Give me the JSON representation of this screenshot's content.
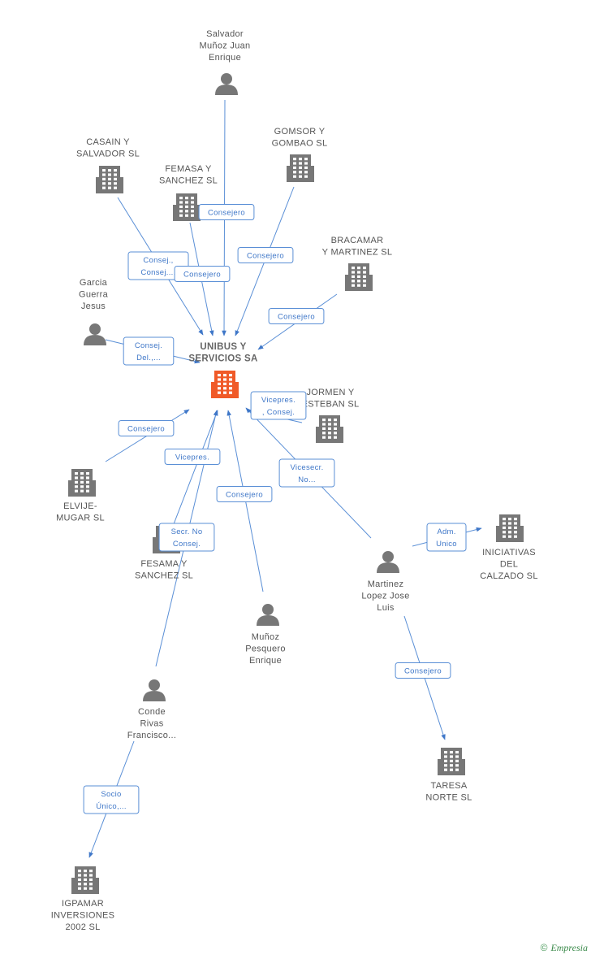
{
  "nodes": [
    {
      "id": "unibus",
      "type": "company",
      "highlight": true,
      "lines": [
        "UNIBUS Y",
        "SERVICIOS SA"
      ]
    },
    {
      "id": "salvador",
      "type": "person",
      "lines": [
        "Salvador",
        "Muñoz Juan",
        "Enrique"
      ]
    },
    {
      "id": "casain",
      "type": "company",
      "lines": [
        "CASAIN Y",
        "SALVADOR SL"
      ]
    },
    {
      "id": "femasa",
      "type": "company",
      "lines": [
        "FEMASA Y",
        "SANCHEZ SL"
      ]
    },
    {
      "id": "gomsor",
      "type": "company",
      "lines": [
        "GOMSOR Y",
        "GOMBAO SL"
      ]
    },
    {
      "id": "bracamar",
      "type": "company",
      "lines": [
        "BRACAMAR",
        "Y MARTINEZ SL"
      ]
    },
    {
      "id": "garcia",
      "type": "person",
      "lines": [
        "Garcia",
        "Guerra",
        "Jesus"
      ]
    },
    {
      "id": "jormen",
      "type": "company",
      "lines": [
        "JORMEN Y",
        "ESTEBAN SL"
      ]
    },
    {
      "id": "elvije",
      "type": "company",
      "lines": [
        "ELVIJE-",
        "MUGAR SL"
      ]
    },
    {
      "id": "fesama",
      "type": "company",
      "lines": [
        "FESAMA Y",
        "SANCHEZ SL"
      ]
    },
    {
      "id": "munoz",
      "type": "person",
      "lines": [
        "Muñoz",
        "Pesquero",
        "Enrique"
      ]
    },
    {
      "id": "martinez",
      "type": "person",
      "lines": [
        "Martinez",
        "Lopez Jose",
        "Luis"
      ]
    },
    {
      "id": "iniciativas",
      "type": "company",
      "lines": [
        "INICIATIVAS",
        "DEL",
        "CALZADO SL"
      ]
    },
    {
      "id": "conde",
      "type": "person",
      "lines": [
        "Conde",
        "Rivas",
        "Francisco..."
      ]
    },
    {
      "id": "taresa",
      "type": "company",
      "lines": [
        "TARESA",
        "NORTE SL"
      ]
    },
    {
      "id": "igpamar",
      "type": "company",
      "lines": [
        "IGPAMAR",
        "INVERSIONES",
        "2002 SL"
      ]
    }
  ],
  "edges": [
    {
      "from": "salvador",
      "to": "unibus",
      "label": [
        "Consejero"
      ]
    },
    {
      "from": "casain",
      "to": "unibus",
      "label": [
        "Consej.,",
        "Consej...."
      ]
    },
    {
      "from": "femasa",
      "to": "unibus",
      "label": [
        "Consejero"
      ]
    },
    {
      "from": "gomsor",
      "to": "unibus",
      "label": [
        "Consejero"
      ]
    },
    {
      "from": "bracamar",
      "to": "unibus",
      "label": [
        "Consejero"
      ]
    },
    {
      "from": "garcia",
      "to": "unibus",
      "label": [
        "Consej.",
        "Del.,..."
      ]
    },
    {
      "from": "jormen",
      "to": "unibus",
      "label": [
        "Vicepres.",
        ", Consej."
      ]
    },
    {
      "from": "elvije",
      "to": "unibus",
      "label": [
        "Consejero"
      ]
    },
    {
      "from": "fesama",
      "to": "unibus",
      "label": [
        "Vicepres."
      ]
    },
    {
      "from": "conde",
      "to": "unibus",
      "label": [
        "Secr.  No",
        "Consej."
      ]
    },
    {
      "from": "munoz",
      "to": "unibus",
      "label": [
        "Consejero"
      ]
    },
    {
      "from": "martinez",
      "to": "unibus",
      "label": [
        "Vicesecr.",
        "No..."
      ]
    },
    {
      "from": "martinez",
      "to": "iniciativas",
      "label": [
        "Adm.",
        "Unico"
      ]
    },
    {
      "from": "martinez",
      "to": "taresa",
      "label": [
        "Consejero"
      ]
    },
    {
      "from": "conde",
      "to": "igpamar",
      "label": [
        "Socio",
        "Único,..."
      ]
    }
  ],
  "colors": {
    "edge": "#5a8fd6",
    "icon": "#777777",
    "highlight": "#f05a28"
  },
  "brand": {
    "symbol": "©",
    "name": "Empresia"
  }
}
